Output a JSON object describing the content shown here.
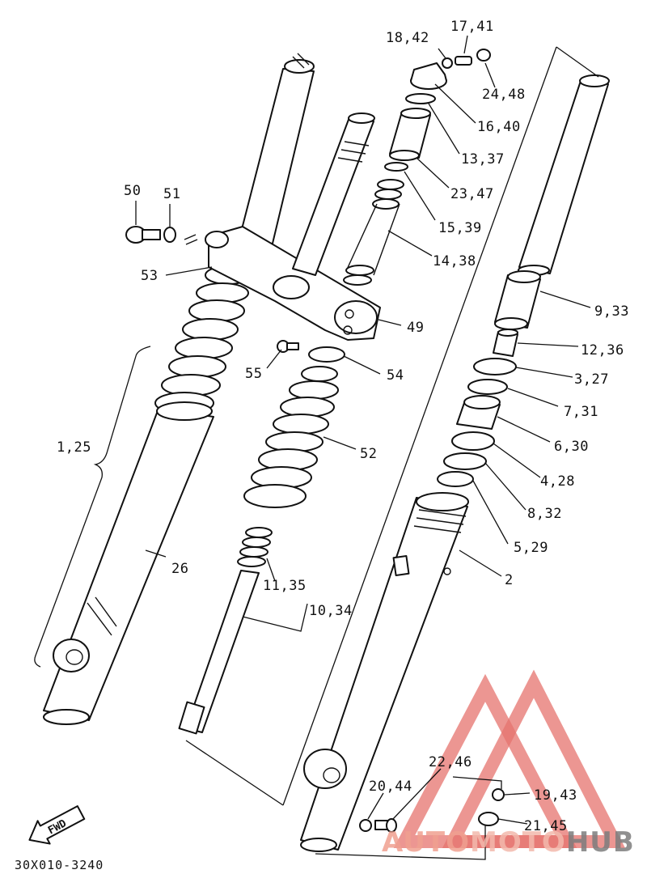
{
  "diagram_code": "30X010-3240",
  "fwd_label": "FWD",
  "watermark": {
    "part1": "AUTO",
    "part2": "MOTO",
    "part3": "HUB",
    "color1": "#f0a090",
    "color2": "#f3b9ac",
    "color3": "#7d7d7d",
    "triangle_color": "#e5736d"
  },
  "labels": {
    "p50": "50",
    "p51": "51",
    "p53": "53",
    "p1_25": "1,25",
    "p26": "26",
    "p55": "55",
    "p54": "54",
    "p52": "52",
    "p49": "49",
    "p11_35": "11,35",
    "p10_34": "10,34",
    "p18_42": "18,42",
    "p17_41": "17,41",
    "p24_48": "24,48",
    "p16_40": "16,40",
    "p13_37": "13,37",
    "p23_47": "23,47",
    "p15_39": "15,39",
    "p14_38": "14,38",
    "p9_33": "9,33",
    "p12_36": "12,36",
    "p3_27": "3,27",
    "p7_31": "7,31",
    "p6_30": "6,30",
    "p4_28": "4,28",
    "p8_32": "8,32",
    "p5_29": "5,29",
    "p2": "2",
    "p22_46": "22,46",
    "p20_44": "20,44",
    "p19_43": "19,43",
    "p21_45": "21,45"
  }
}
